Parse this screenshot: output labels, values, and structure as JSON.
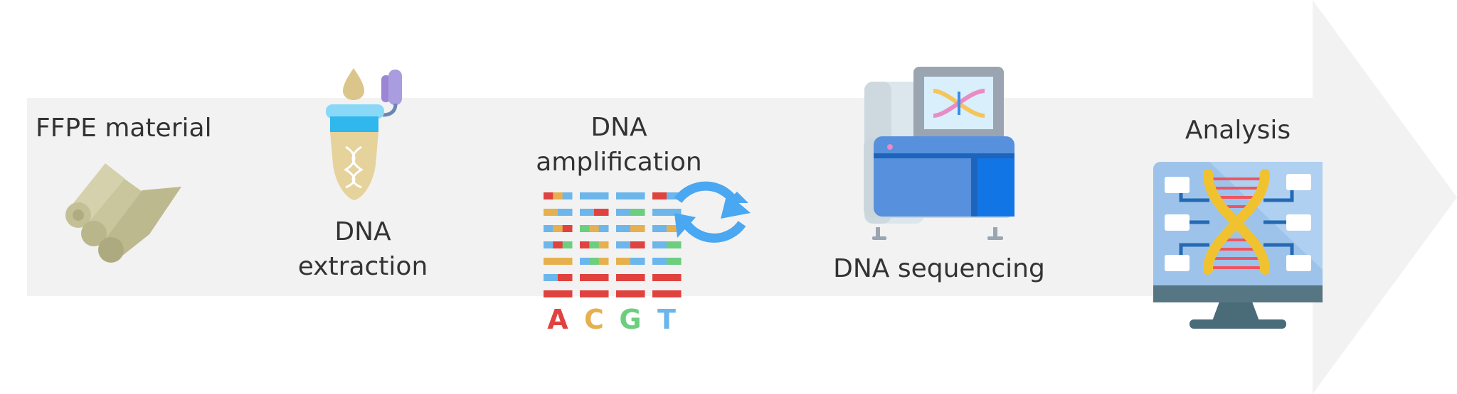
{
  "colors": {
    "arrow": "#f2f2f2",
    "text": "#333333",
    "base_a": "#e0433f",
    "base_c": "#e6b04f",
    "base_g": "#6cce7f",
    "base_t": "#6cb6ec",
    "cycle_arrow": "#4aa7f1",
    "sequencer_blue": "#5790dc",
    "monitor_blue": "#9ec3ea",
    "helix_yellow": "#f1c22f"
  },
  "steps": [
    {
      "id": "ffpe",
      "label_lines": [
        "FFPE material"
      ],
      "icon": "tissue-scroll-icon"
    },
    {
      "id": "extraction",
      "label_lines": [
        "DNA",
        "extraction"
      ],
      "icon": "eppendorf-tube-icon"
    },
    {
      "id": "amplification",
      "label_lines": [
        "DNA",
        "amplification"
      ],
      "icon": "dna-amplification-icon"
    },
    {
      "id": "sequencing",
      "label_lines": [
        "DNA sequencing"
      ],
      "icon": "sequencer-machine-icon"
    },
    {
      "id": "analysis",
      "label_lines": [
        "Analysis"
      ],
      "icon": "analysis-monitor-icon"
    }
  ],
  "bases": [
    "A",
    "C",
    "G",
    "T"
  ]
}
